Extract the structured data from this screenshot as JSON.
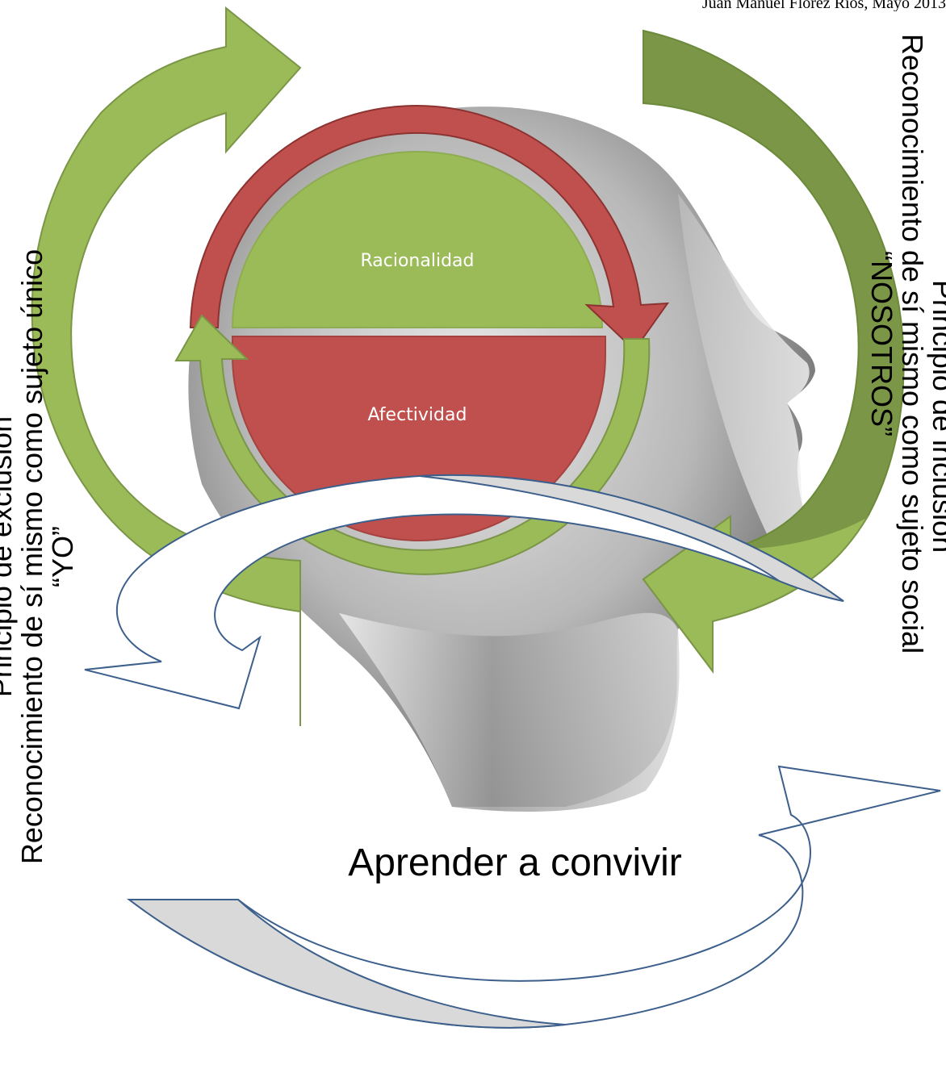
{
  "author": "Juan Manuel Flórez Ríos, Mayo 2013",
  "left": {
    "line1": "Principio de exclusión",
    "line2": "Reconocimiento de sí mismo como sujeto único",
    "line3": "“YO”"
  },
  "right": {
    "line1": "Principio de inclusión",
    "line2": "Reconocimiento de sí mismo como sujeto social",
    "line3": "“NOSOTROS”"
  },
  "center": {
    "top": "Racionalidad",
    "bottom": "Afectividad"
  },
  "bottom": "Aprender a convivir",
  "colors": {
    "green": "#9bbb59",
    "green_dark": "#7a9646",
    "red": "#c0504d",
    "red_dark": "#8c3331",
    "gray_arrow": "#d9d9d9",
    "blue_outline": "#3c5f8c"
  }
}
